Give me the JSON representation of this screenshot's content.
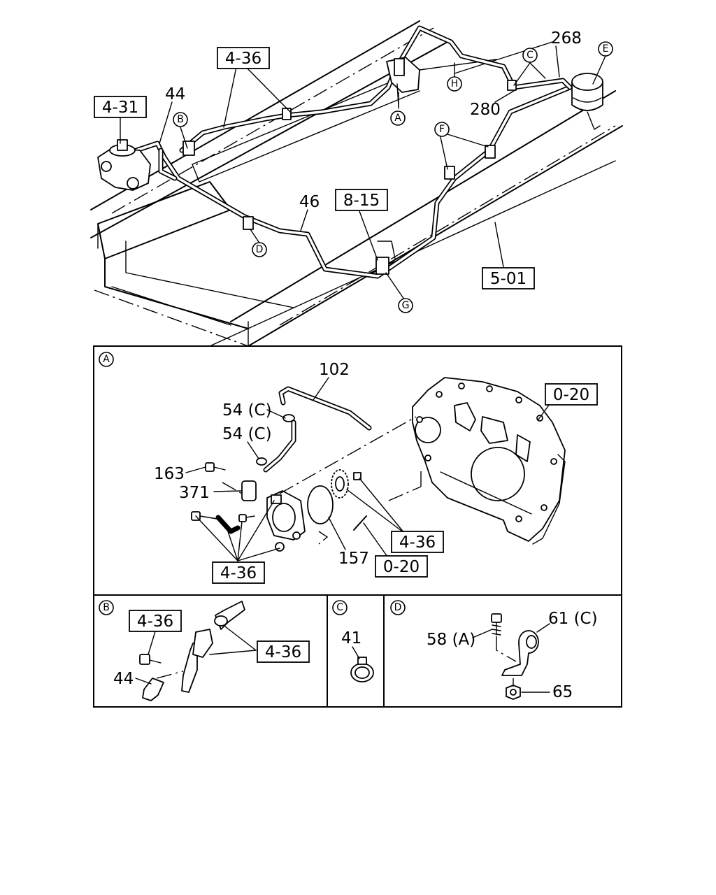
{
  "top": {
    "refs": {
      "r436": "4-36",
      "r431": "4-31",
      "r815": "8-15",
      "r501": "5-01"
    },
    "parts": {
      "p44": "44",
      "p46": "46",
      "p268": "268",
      "p280": "280"
    },
    "markers": {
      "A": "A",
      "B": "B",
      "C": "C",
      "D": "D",
      "E": "E",
      "F": "F",
      "G": "G",
      "H": "H"
    }
  },
  "detailA": {
    "marker": "A",
    "parts": {
      "p102": "102",
      "p54a": "54 (C)",
      "p54b": "54 (C)",
      "p163": "163",
      "p371": "371",
      "p157": "157"
    },
    "refs": {
      "r020a": "0-20",
      "r436a": "4-36",
      "r436b": "4-36",
      "r020b": "0-20"
    }
  },
  "detailB": {
    "marker": "B",
    "refs": {
      "r436a": "4-36",
      "r436b": "4-36"
    },
    "parts": {
      "p44": "44"
    }
  },
  "detailC": {
    "marker": "C",
    "parts": {
      "p41": "41"
    }
  },
  "detailD": {
    "marker": "D",
    "parts": {
      "p58": "58 (A)",
      "p61": "61 (C)",
      "p65": "65"
    }
  }
}
